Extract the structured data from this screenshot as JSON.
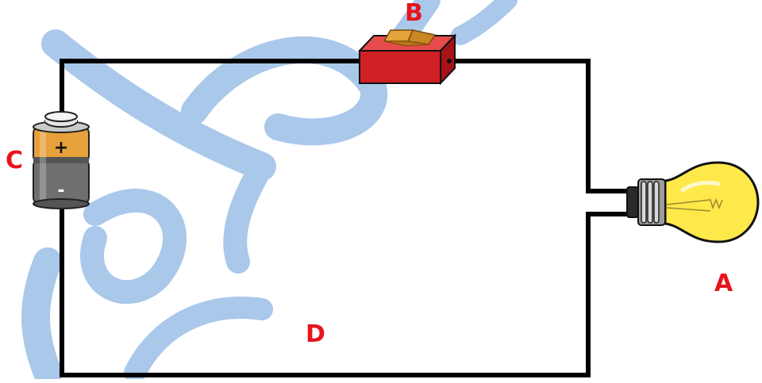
{
  "colors": {
    "label": "#e8141c",
    "wire": "#000000",
    "watermark": "#a9c8ea",
    "switch_body": "#d11f26",
    "switch_lever": "#e3a43c",
    "battery_top": "#e7a13a",
    "battery_bottom": "#6f6f6f",
    "bulb_glass": "#ffe84a"
  },
  "diagram": {
    "labels": {
      "bulb": "A",
      "switch": "B",
      "battery": "C",
      "circuit": "D"
    },
    "battery": {
      "positive_sign": "+",
      "negative_sign": "-"
    },
    "components": [
      "lightbulb-icon",
      "switch-icon",
      "battery-icon"
    ]
  }
}
